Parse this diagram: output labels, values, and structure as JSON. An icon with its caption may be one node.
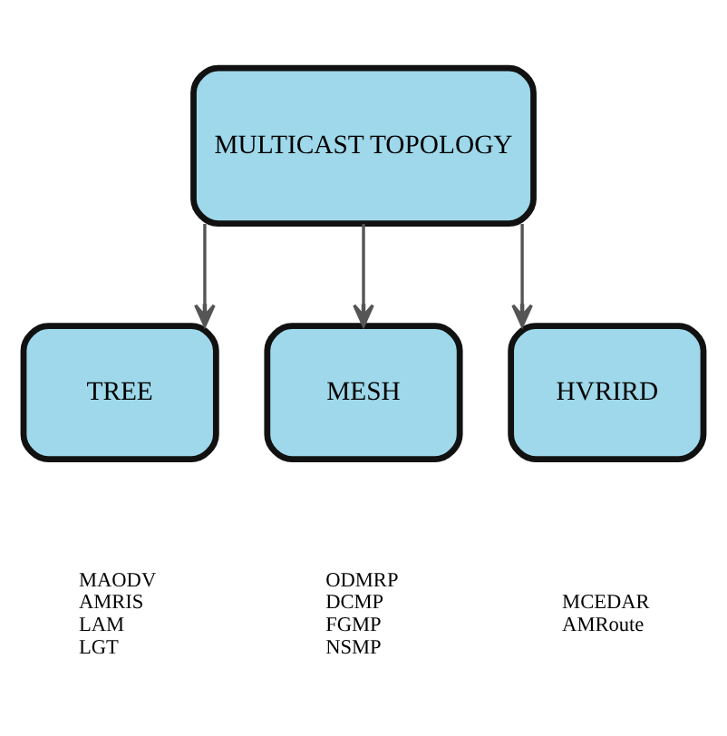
{
  "diagram": {
    "nodes": [
      {
        "text": [
          "MULTICAST TOPOLOGY"
        ]
      },
      {
        "text": [
          "TREE"
        ],
        "beside": [
          "MAODV",
          "AMRIS",
          "LAM",
          "LGT"
        ]
      },
      {
        "text": [
          "MESH"
        ],
        "beside": [
          "ODMRP",
          "DCMP",
          "FGMP",
          "NSMP"
        ]
      },
      {
        "text": [
          "HVRIRD"
        ],
        "beside": [
          "MCEDAR",
          "AMRoute"
        ]
      }
    ],
    "edges": [
      {
        "from": 0,
        "to": 1,
        "arrow": "to"
      },
      {
        "from": 0,
        "to": 2,
        "arrow": "to"
      },
      {
        "from": 0,
        "to": 3,
        "arrow": "to"
      }
    ]
  }
}
